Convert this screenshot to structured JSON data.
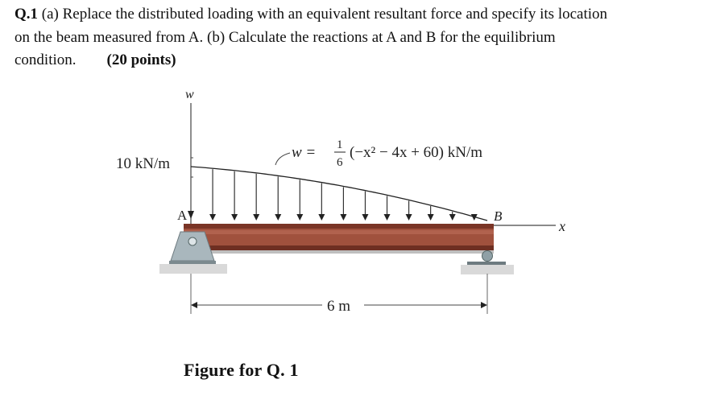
{
  "question": {
    "number": "Q.1",
    "line1": " (a) Replace the distributed loading with an equivalent resultant force and specify its location",
    "line2": "on the beam measured from A. (b) Calculate the reactions at A and B for the equilibrium",
    "line3": "condition.",
    "points": "(20 points)"
  },
  "figure": {
    "w_axis_label": "w",
    "max_load_label": "10 kN/m",
    "eq_lhs": "w =",
    "eq_frac_num": "1",
    "eq_frac_den": "6",
    "eq_rhs": "(−x² − 4x + 60) kN/m",
    "support_a": "A",
    "support_b": "B",
    "x_axis_label": "x",
    "span_label": "6 m",
    "colors": {
      "beam": "#9b4a36",
      "beam_dark": "#6e2f22",
      "support": "#a9b7bd",
      "ground": "#c9c9c9"
    }
  },
  "caption": "Figure for Q. 1"
}
